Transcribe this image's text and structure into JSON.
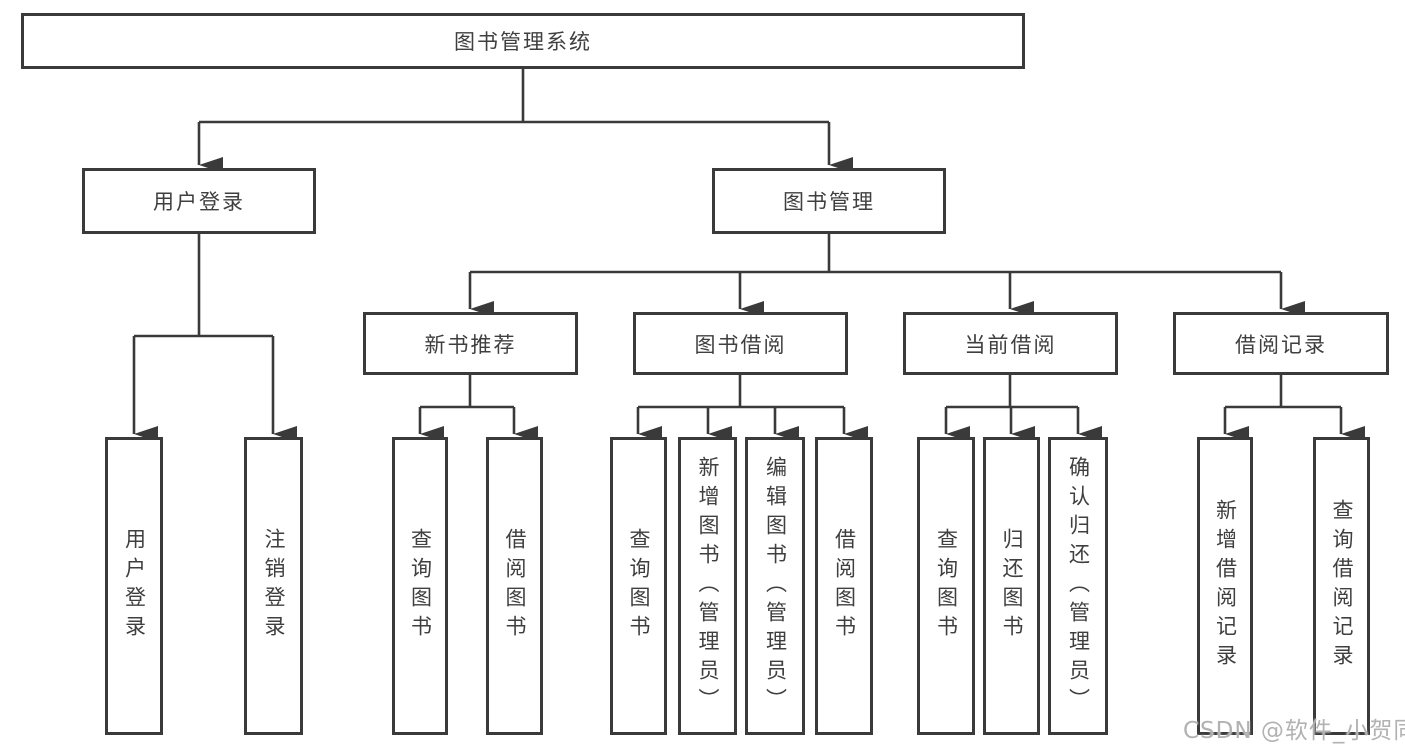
{
  "diagram": {
    "type": "hierarchy-tree",
    "colors": {
      "line": "#3a3a3a",
      "box_border": "#3a3a3a",
      "box_fill": "#ffffff",
      "text": "#3f3f3f",
      "watermark": "#b2b2b2",
      "background": "#ffffff"
    }
  },
  "tree": {
    "label": "图书管理系统",
    "children": [
      {
        "label": "用户登录",
        "children": [
          {
            "label": "用户登录"
          },
          {
            "label": "注销登录"
          }
        ]
      },
      {
        "label": "图书管理",
        "children": [
          {
            "label": "新书推荐",
            "children": [
              {
                "label": "查询图书"
              },
              {
                "label": "借阅图书"
              }
            ]
          },
          {
            "label": "图书借阅",
            "children": [
              {
                "label": "查询图书"
              },
              {
                "label": "新增图书（管理员）"
              },
              {
                "label": "编辑图书（管理员）"
              },
              {
                "label": "借阅图书"
              }
            ]
          },
          {
            "label": "当前借阅",
            "children": [
              {
                "label": "查询图书"
              },
              {
                "label": "归还图书"
              },
              {
                "label": "确认归还（管理员）"
              }
            ]
          },
          {
            "label": "借阅记录",
            "children": [
              {
                "label": "新增借阅记录"
              },
              {
                "label": "查询借阅记录"
              }
            ]
          }
        ]
      }
    ]
  },
  "watermark": {
    "text": "CSDN @软件_小贺同学"
  }
}
